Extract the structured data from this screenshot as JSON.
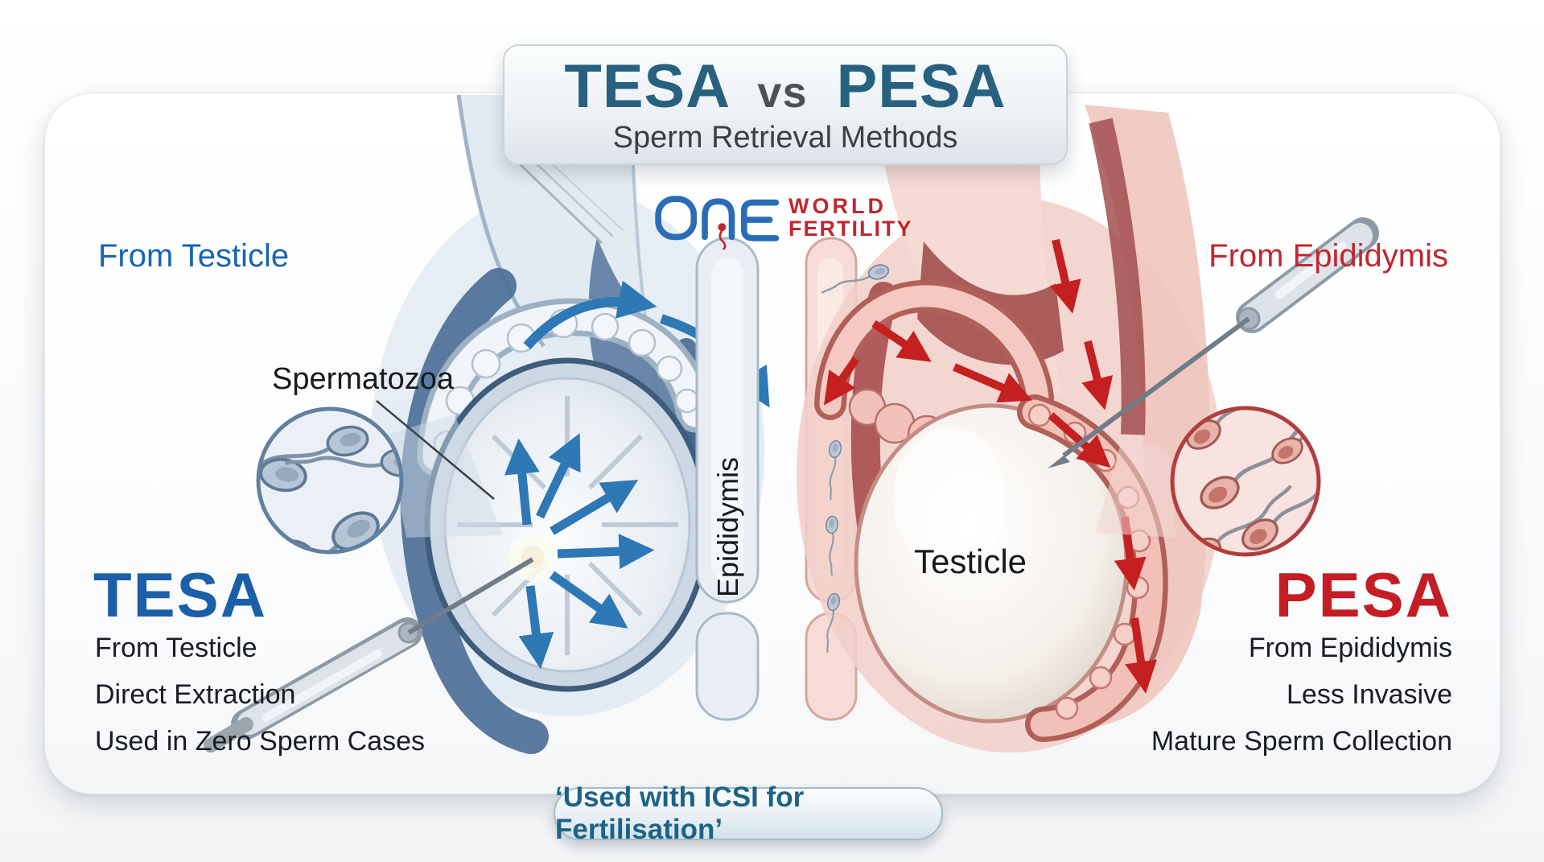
{
  "title": {
    "left": "TESA",
    "vs": "vs",
    "right": "PESA",
    "subtitle": "Sperm Retrieval Methods"
  },
  "logo": {
    "monogram": "ONE",
    "word1": "WORLD",
    "word2": "FERTILITY"
  },
  "left_panel": {
    "top_label": "From Testicle",
    "inset_label": "Spermatozoa",
    "heading": "TESA",
    "points": [
      "From Testicle",
      "Direct Extraction",
      "Used in Zero Sperm Cases"
    ]
  },
  "right_panel": {
    "top_label": "From Epididymis",
    "heading": "PESA",
    "points": [
      "From Epididymis",
      "Less Invasive",
      "Mature Sperm Collection"
    ]
  },
  "anatomy_labels": {
    "epididymis": "Epididymis",
    "testicle": "Testicle"
  },
  "footer": {
    "badge": "‘Used with ICSI for Fertilisation’"
  },
  "colors": {
    "accent_blue": "#1b5fa8",
    "accent_red": "#c41d23",
    "title_ink": "#27617f",
    "corner_blue": "#1565b5",
    "corner_red": "#bf2730",
    "badge_ink": "#1d6386",
    "arrow_blue": "#2e78b5",
    "arrow_red": "#c42020",
    "logo_red": "#c0272d",
    "logo_blue": "#2a6db5"
  }
}
